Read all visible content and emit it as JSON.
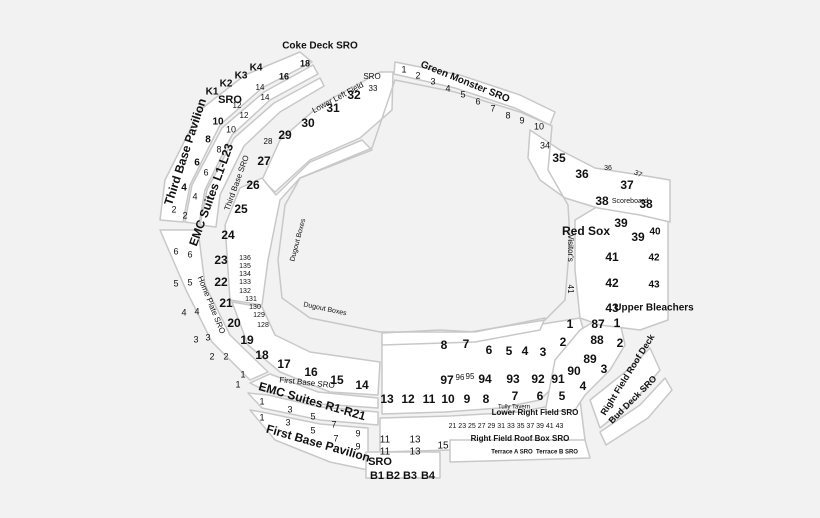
{
  "colors": {
    "background": "#f2f2f2",
    "section_fill": "#ffffff",
    "outline": "#c8c8c8",
    "text": "#111111"
  },
  "labels": [
    {
      "t": "Coke Deck SRO"
    },
    {
      "t": "18"
    },
    {
      "t": "K1"
    },
    {
      "t": "K2"
    },
    {
      "t": "K3"
    },
    {
      "t": "K4"
    },
    {
      "t": "SRO"
    },
    {
      "t": "16"
    },
    {
      "t": "14"
    },
    {
      "t": "14"
    },
    {
      "t": "12"
    },
    {
      "t": "12"
    },
    {
      "t": "Third Base Pavilion"
    },
    {
      "t": "10"
    },
    {
      "t": "10"
    },
    {
      "t": "8"
    },
    {
      "t": "8"
    },
    {
      "t": "6"
    },
    {
      "t": "6"
    },
    {
      "t": "4"
    },
    {
      "t": "4"
    },
    {
      "t": "2"
    },
    {
      "t": "2"
    },
    {
      "t": "EMC Suites L1-L23"
    },
    {
      "t": "Third Base SRO"
    },
    {
      "t": "Lower Left Field"
    },
    {
      "t": "SRO"
    },
    {
      "t": "33"
    },
    {
      "t": "32"
    },
    {
      "t": "31"
    },
    {
      "t": "30"
    },
    {
      "t": "29"
    },
    {
      "t": "28"
    },
    {
      "t": "27"
    },
    {
      "t": "26"
    },
    {
      "t": "25"
    },
    {
      "t": "24"
    },
    {
      "t": "23"
    },
    {
      "t": "22"
    },
    {
      "t": "21"
    },
    {
      "t": "20"
    },
    {
      "t": "19"
    },
    {
      "t": "18"
    },
    {
      "t": "17"
    },
    {
      "t": "16"
    },
    {
      "t": "15"
    },
    {
      "t": "14"
    },
    {
      "t": "6"
    },
    {
      "t": "6"
    },
    {
      "t": "5"
    },
    {
      "t": "5"
    },
    {
      "t": "4"
    },
    {
      "t": "4"
    },
    {
      "t": "Home Plate SRO"
    },
    {
      "t": "3"
    },
    {
      "t": "3"
    },
    {
      "t": "2"
    },
    {
      "t": "2"
    },
    {
      "t": "1"
    },
    {
      "t": "1"
    },
    {
      "t": "136"
    },
    {
      "t": "135"
    },
    {
      "t": "134"
    },
    {
      "t": "133"
    },
    {
      "t": "132"
    },
    {
      "t": "131"
    },
    {
      "t": "130"
    },
    {
      "t": "129"
    },
    {
      "t": "128"
    },
    {
      "t": "Dugout Boxes"
    },
    {
      "t": "Dugout Boxes"
    },
    {
      "t": "First Base SRO"
    },
    {
      "t": "EMC Suites R1-R21"
    },
    {
      "t": "First Base Pavilion"
    },
    {
      "t": "1"
    },
    {
      "t": "1"
    },
    {
      "t": "3"
    },
    {
      "t": "3"
    },
    {
      "t": "5"
    },
    {
      "t": "5"
    },
    {
      "t": "7"
    },
    {
      "t": "7"
    },
    {
      "t": "9"
    },
    {
      "t": "9"
    },
    {
      "t": "11"
    },
    {
      "t": "11"
    },
    {
      "t": "13"
    },
    {
      "t": "13"
    },
    {
      "t": "15"
    },
    {
      "t": "SRO"
    },
    {
      "t": "B1"
    },
    {
      "t": "B2"
    },
    {
      "t": "B3"
    },
    {
      "t": "B4"
    },
    {
      "t": "13"
    },
    {
      "t": "12"
    },
    {
      "t": "11"
    },
    {
      "t": "10"
    },
    {
      "t": "9"
    },
    {
      "t": "8"
    },
    {
      "t": "7"
    },
    {
      "t": "6"
    },
    {
      "t": "5"
    },
    {
      "t": "97"
    },
    {
      "t": "96"
    },
    {
      "t": "95"
    },
    {
      "t": "94"
    },
    {
      "t": "93"
    },
    {
      "t": "92"
    },
    {
      "t": "91"
    },
    {
      "t": "90"
    },
    {
      "t": "8"
    },
    {
      "t": "7"
    },
    {
      "t": "6"
    },
    {
      "t": "5"
    },
    {
      "t": "4"
    },
    {
      "t": "3"
    },
    {
      "t": "Tully Tavern"
    },
    {
      "t": "Lower Right Field SRO"
    },
    {
      "t": "21 23 25 27 29 31 33 35 37 39 41 43"
    },
    {
      "t": "Right Field Roof Box SRO"
    },
    {
      "t": "Terrace A SRO"
    },
    {
      "t": "Terrace B SRO"
    },
    {
      "t": "1"
    },
    {
      "t": "87"
    },
    {
      "t": "1"
    },
    {
      "t": "2"
    },
    {
      "t": "88"
    },
    {
      "t": "2"
    },
    {
      "t": "89"
    },
    {
      "t": "3"
    },
    {
      "t": "4"
    },
    {
      "t": "Right Field Roof Deck"
    },
    {
      "t": "Bud Deck SRO"
    },
    {
      "t": "Green Monster SRO"
    },
    {
      "t": "1"
    },
    {
      "t": "2"
    },
    {
      "t": "3"
    },
    {
      "t": "4"
    },
    {
      "t": "5"
    },
    {
      "t": "6"
    },
    {
      "t": "7"
    },
    {
      "t": "8"
    },
    {
      "t": "9"
    },
    {
      "t": "10"
    },
    {
      "t": "34"
    },
    {
      "t": "35"
    },
    {
      "t": "36"
    },
    {
      "t": "36"
    },
    {
      "t": "Scoreboard"
    },
    {
      "t": "37"
    },
    {
      "t": "37"
    },
    {
      "t": "38"
    },
    {
      "t": "38"
    },
    {
      "t": "39"
    },
    {
      "t": "39"
    },
    {
      "t": "40"
    },
    {
      "t": "Red Sox"
    },
    {
      "t": "Visitor's"
    },
    {
      "t": "41"
    },
    {
      "t": "41"
    },
    {
      "t": "42"
    },
    {
      "t": "42"
    },
    {
      "t": "43"
    },
    {
      "t": "43"
    },
    {
      "t": "Upper Bleachers"
    }
  ]
}
